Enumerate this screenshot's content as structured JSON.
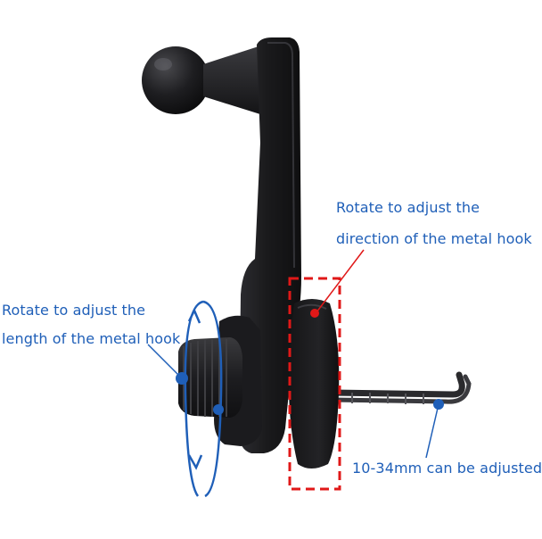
{
  "annotations": {
    "hook_direction": {
      "line1": "Rotate to adjust the",
      "line2": "direction of the metal hook"
    },
    "hook_length": {
      "line1": "Rotate to adjust the",
      "line2": "length of the metal hook"
    },
    "clamp_range": {
      "text": "10-34mm can be adjusted"
    }
  },
  "colors": {
    "annotation_blue": "#1f5fb8",
    "callout_red": "#e01818",
    "device_dark": "#1c1c1e"
  }
}
